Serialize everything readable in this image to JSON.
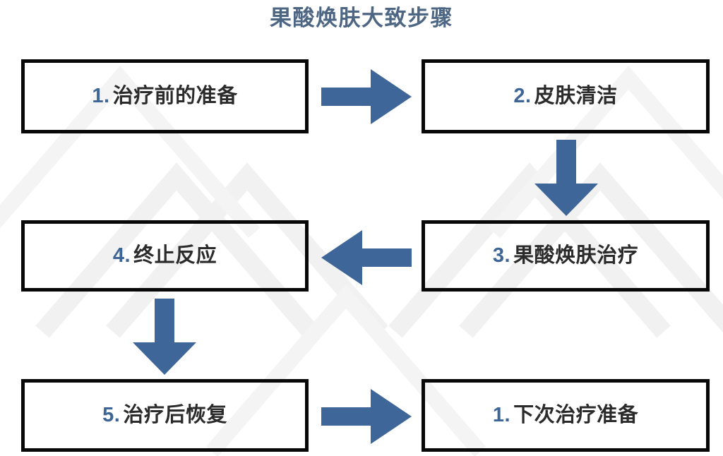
{
  "title": "果酸焕肤大致步骤",
  "colors": {
    "title": "#4d6683",
    "arrow": "#3f6699",
    "box_border": "#080808",
    "step_number": "#3d6596",
    "step_text": "#2b2b2b",
    "background": "#ffffff",
    "watermark": "#f2f2f2"
  },
  "steps": [
    {
      "id": "box-1",
      "number": "1.",
      "label": "治疗前的准备"
    },
    {
      "id": "box-2",
      "number": "2.",
      "label": "皮肤清洁"
    },
    {
      "id": "box-3",
      "number": "3.",
      "label": "果酸焕肤治疗"
    },
    {
      "id": "box-4",
      "number": "4.",
      "label": "终止反应"
    },
    {
      "id": "box-5",
      "number": "5.",
      "label": "治疗后恢复"
    },
    {
      "id": "box-6",
      "number": "1.",
      "label": "下次治疗准备"
    }
  ],
  "arrows": [
    {
      "id": "arrow-1-2",
      "from": "1. 治疗前的准备",
      "to": "2. 皮肤清洁",
      "direction": "right"
    },
    {
      "id": "arrow-2-3",
      "from": "2. 皮肤清洁",
      "to": "3. 果酸焕肤治疗",
      "direction": "down"
    },
    {
      "id": "arrow-3-4",
      "from": "3. 果酸焕肤治疗",
      "to": "4. 终止反应",
      "direction": "left"
    },
    {
      "id": "arrow-4-5",
      "from": "4. 终止反应",
      "to": "5. 治疗后恢复",
      "direction": "down"
    },
    {
      "id": "arrow-5-6",
      "from": "5. 治疗后恢复",
      "to": "1. 下次治疗准备",
      "direction": "right"
    }
  ]
}
